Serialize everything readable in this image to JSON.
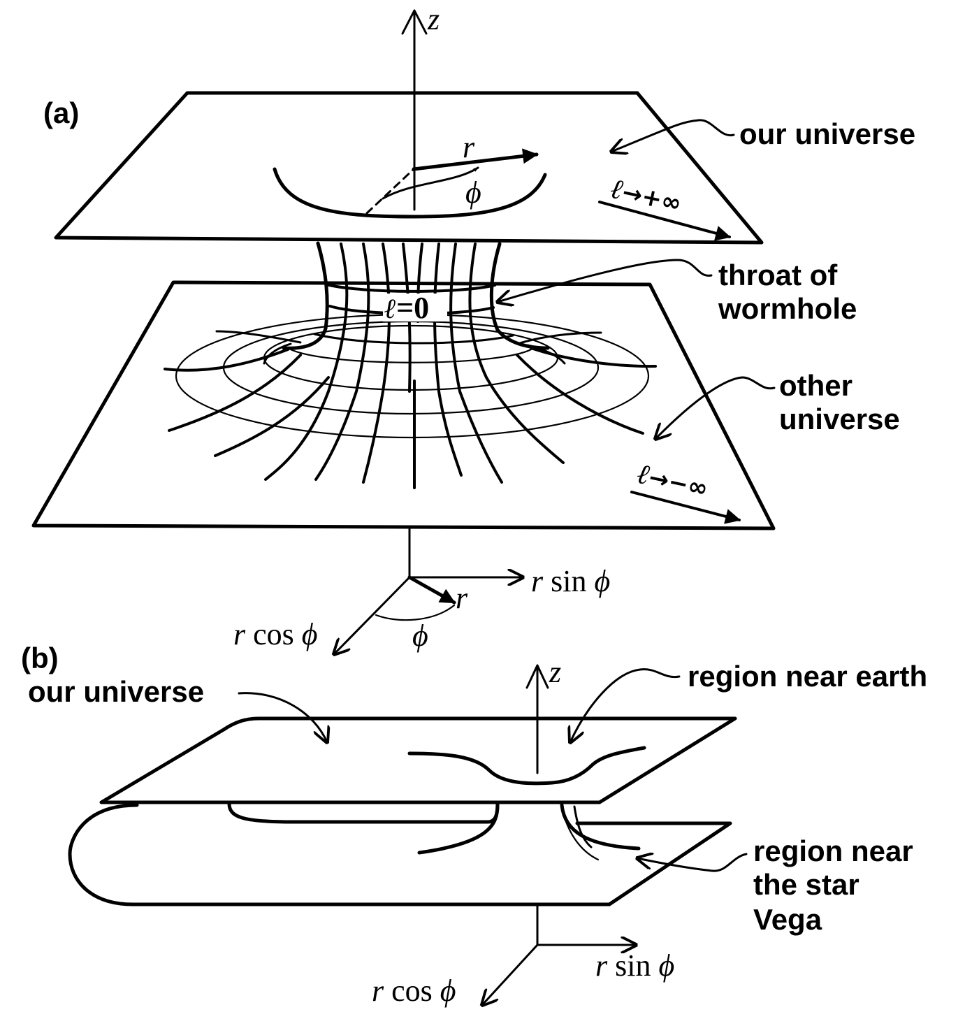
{
  "panel_a": {
    "tag": "(a)",
    "z_axis": "z",
    "label_our_universe": "our universe",
    "label_throat_line1": "throat of",
    "label_throat_line2": "wormhole",
    "label_other_line1": "other",
    "label_other_line2": "universe",
    "r_label": "r",
    "phi_label": "ϕ",
    "ell_symbol": "ℓ",
    "ell_plus_tail": "→+∞",
    "ell_minus_tail": "→−∞",
    "ell_zero_tail": "=0",
    "base_r": "r",
    "base_phi": "ϕ",
    "base_rsin_r": "r",
    "base_rsin_fn": " sin ",
    "base_rsin_phi": "ϕ",
    "base_rcos_r": "r",
    "base_rcos_fn": " cos ",
    "base_rcos_phi": "ϕ"
  },
  "panel_b": {
    "tag": "(b)",
    "z_axis": "z",
    "label_our_universe": "our universe",
    "label_region_earth": "region near earth",
    "label_vega_line1": "region near",
    "label_vega_line2": "the star",
    "label_vega_line3": "Vega",
    "rsin_r": "r",
    "rsin_fn": " sin ",
    "rsin_phi": "ϕ",
    "rcos_r": "r",
    "rcos_fn": " cos ",
    "rcos_phi": "ϕ"
  }
}
